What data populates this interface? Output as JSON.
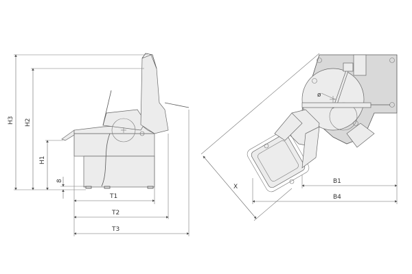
{
  "side_view": {
    "labels": {
      "h3": "H3",
      "h2": "H2",
      "h1": "H1",
      "eight": "8",
      "t1": "T1",
      "t2": "T2",
      "t3": "T3"
    }
  },
  "top_view": {
    "labels": {
      "diameter": "ø",
      "x": "X",
      "b1": "B1",
      "b4": "B4"
    }
  }
}
